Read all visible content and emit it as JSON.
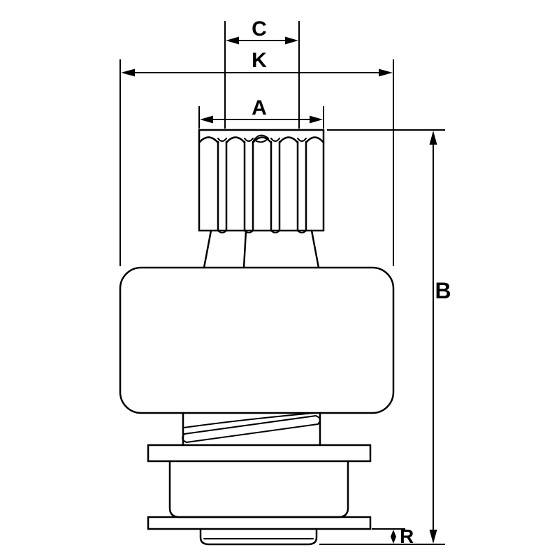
{
  "colors": {
    "background": "#ffffff",
    "line": "#000000"
  },
  "dimensions": {
    "C": "C",
    "K": "K",
    "A": "A",
    "B": "B",
    "R": "R"
  }
}
